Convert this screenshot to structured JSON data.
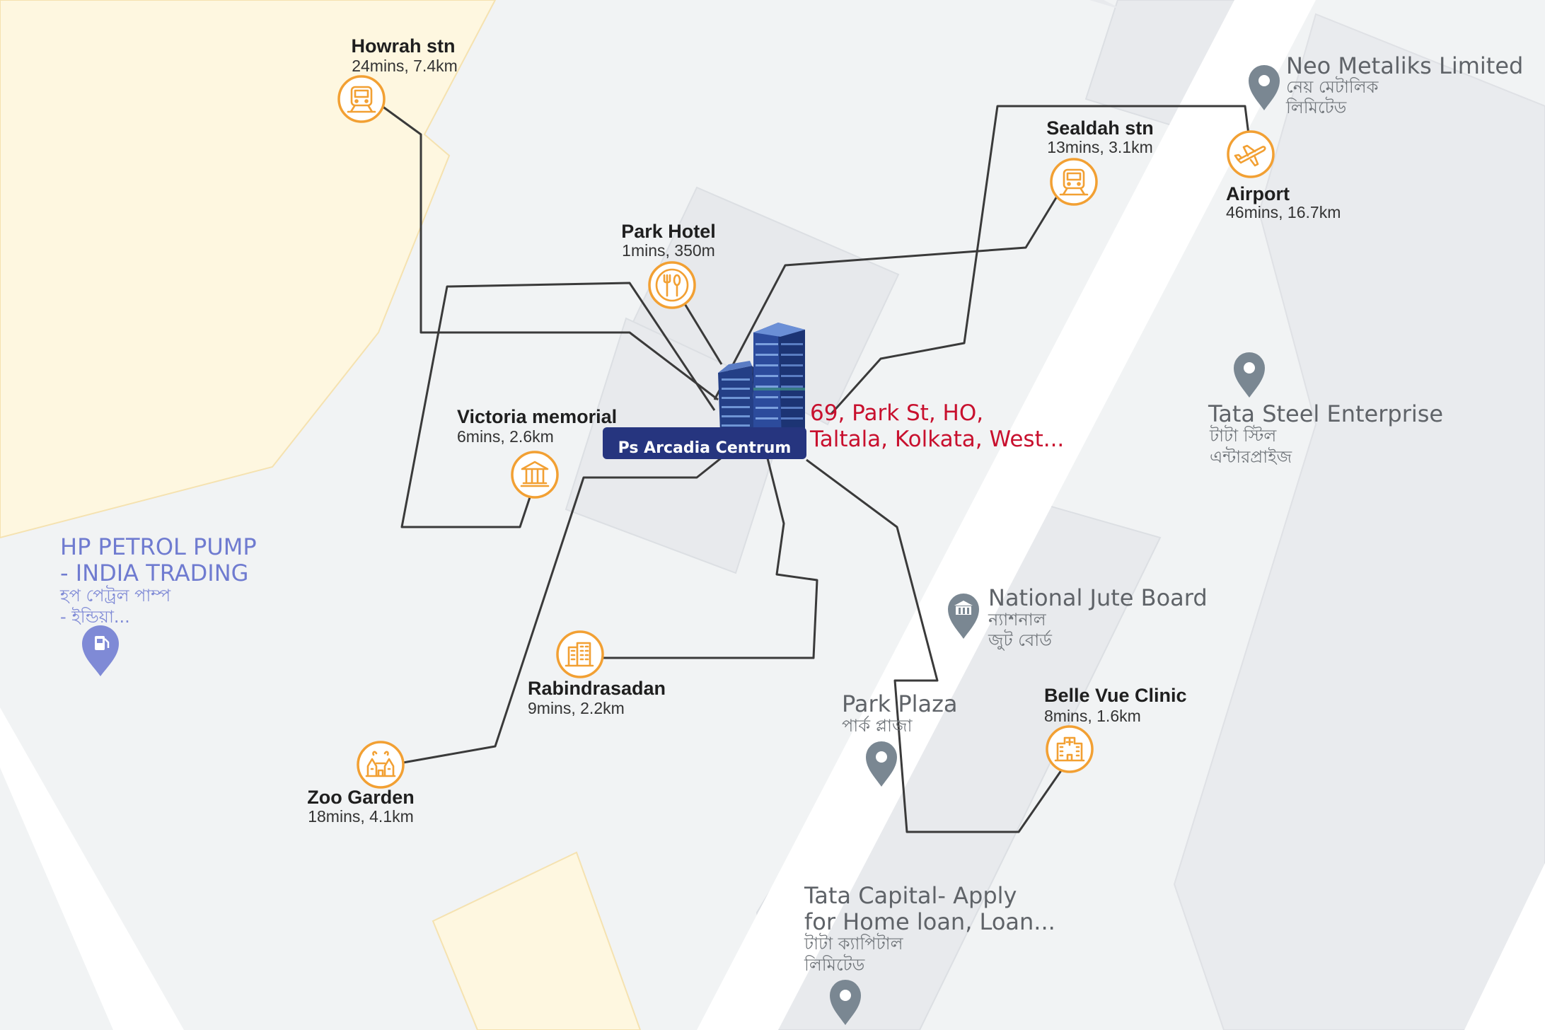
{
  "building": {
    "name": "Ps Arcadia Centrum",
    "address_line1": "69, Park St, HO,",
    "address_line2": "Taltala, Kolkata, West..."
  },
  "landmarks": [
    {
      "id": "howrah",
      "name": "Howrah stn",
      "detail": "24mins, 7.4km",
      "icon": "train-icon"
    },
    {
      "id": "sealdah",
      "name": "Sealdah stn",
      "detail": "13mins, 3.1km",
      "icon": "train-icon"
    },
    {
      "id": "airport",
      "name": "Airport",
      "detail": "46mins, 16.7km",
      "icon": "airplane-icon"
    },
    {
      "id": "park_hotel",
      "name": "Park Hotel",
      "detail": "1mins, 350m",
      "icon": "restaurant-icon"
    },
    {
      "id": "victoria",
      "name": "Victoria memorial",
      "detail": "6mins, 2.6km",
      "icon": "monument-icon"
    },
    {
      "id": "rabindrasadan",
      "name": "Rabindrasadan",
      "detail": "9mins, 2.2km",
      "icon": "building-icon"
    },
    {
      "id": "zoo",
      "name": "Zoo Garden",
      "detail": "18mins, 4.1km",
      "icon": "zoo-icon"
    },
    {
      "id": "belle_vue",
      "name": "Belle Vue Clinic",
      "detail": "8mins, 1.6km",
      "icon": "hospital-icon"
    }
  ],
  "map_places": {
    "neo": {
      "name": "Neo Metaliks Limited",
      "local1": "নেয় মেটালিক",
      "local2": "লিমিটেড"
    },
    "tata_steel": {
      "name": "Tata Steel Enterprise",
      "local1": "টাটা স্টিল",
      "local2": "এন্টারপ্রাইজ"
    },
    "hp": {
      "line1": "HP PETROL PUMP",
      "line2": "- INDIA TRADING",
      "local1": "হপ পেট্রল পাম্প",
      "local2": "- ইন্ডিয়া..."
    },
    "jute": {
      "name": "National Jute Board",
      "local1": "ন্যাশনাল",
      "local2": "জুট বোর্ড"
    },
    "park_plaza": {
      "name": "Park Plaza",
      "local1": "পার্ক প্লাজা"
    },
    "tata_capital": {
      "line1": "Tata Capital- Apply",
      "line2": "for Home loan, Loan...",
      "local1": "টাটা ক্যাপিটাল",
      "local2": "লিমিটেড"
    }
  },
  "colors": {
    "accent_orange": "#f2a033",
    "route": "#3a3a3a",
    "address_red": "#c8102e",
    "building_label_bg": "#26357f",
    "map_bg": "#f1f3f4",
    "park_area": "#fef7e0",
    "pin_gray": "#7a8792",
    "pin_blue": "#7f8ad6"
  }
}
